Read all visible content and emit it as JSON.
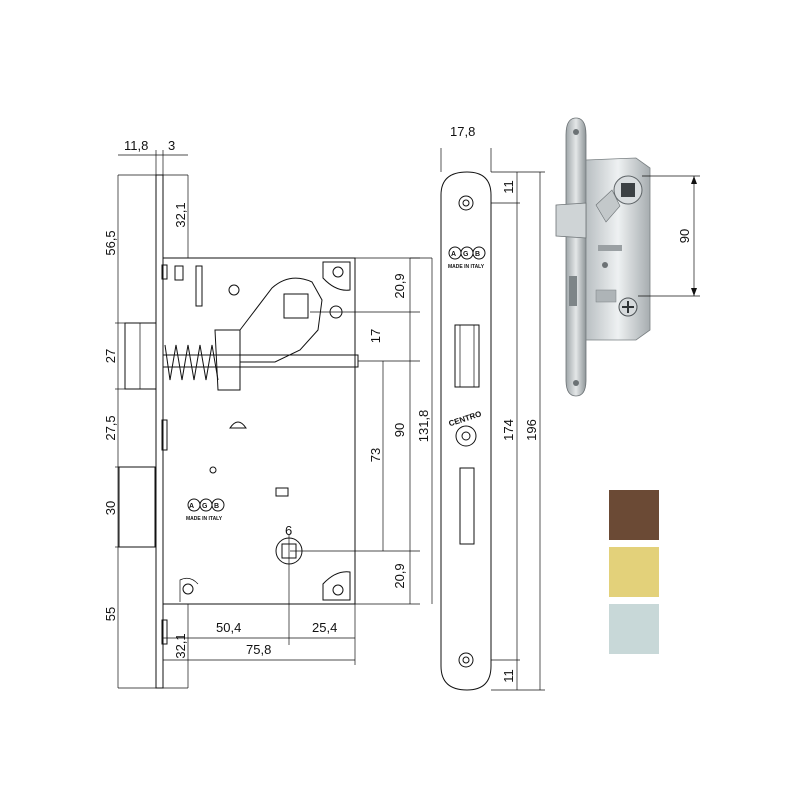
{
  "dimensions": {
    "top_11_8": "11,8",
    "top_3": "3",
    "v_56_5": "56,5",
    "v_27": "27",
    "v_27_5": "27,5",
    "v_30": "30",
    "v_55": "55",
    "v_32_1_top": "32,1",
    "v_32_1_bottom": "32,1",
    "v_20_9_top": "20,9",
    "v_17": "17",
    "v_90": "90",
    "v_73": "73",
    "v_131_8": "131,8",
    "v_20_9_bottom": "20,9",
    "h_6": "6",
    "h_50_4": "50,4",
    "h_25_4": "25,4",
    "h_75_8": "75,8",
    "top_17_8": "17,8",
    "v_11_top": "11",
    "v_174": "174",
    "v_196": "196",
    "v_11_bottom": "11",
    "photo_90": "90"
  },
  "labels": {
    "brand": "AGB",
    "made_in": "MADE IN ITALY",
    "centro": "CENTRO"
  },
  "finishes": [
    {
      "name": "bronze",
      "color": "#6b4a35"
    },
    {
      "name": "brass",
      "color": "#e3d17a"
    },
    {
      "name": "satin-chrome",
      "color": "#c8d8d8"
    }
  ]
}
